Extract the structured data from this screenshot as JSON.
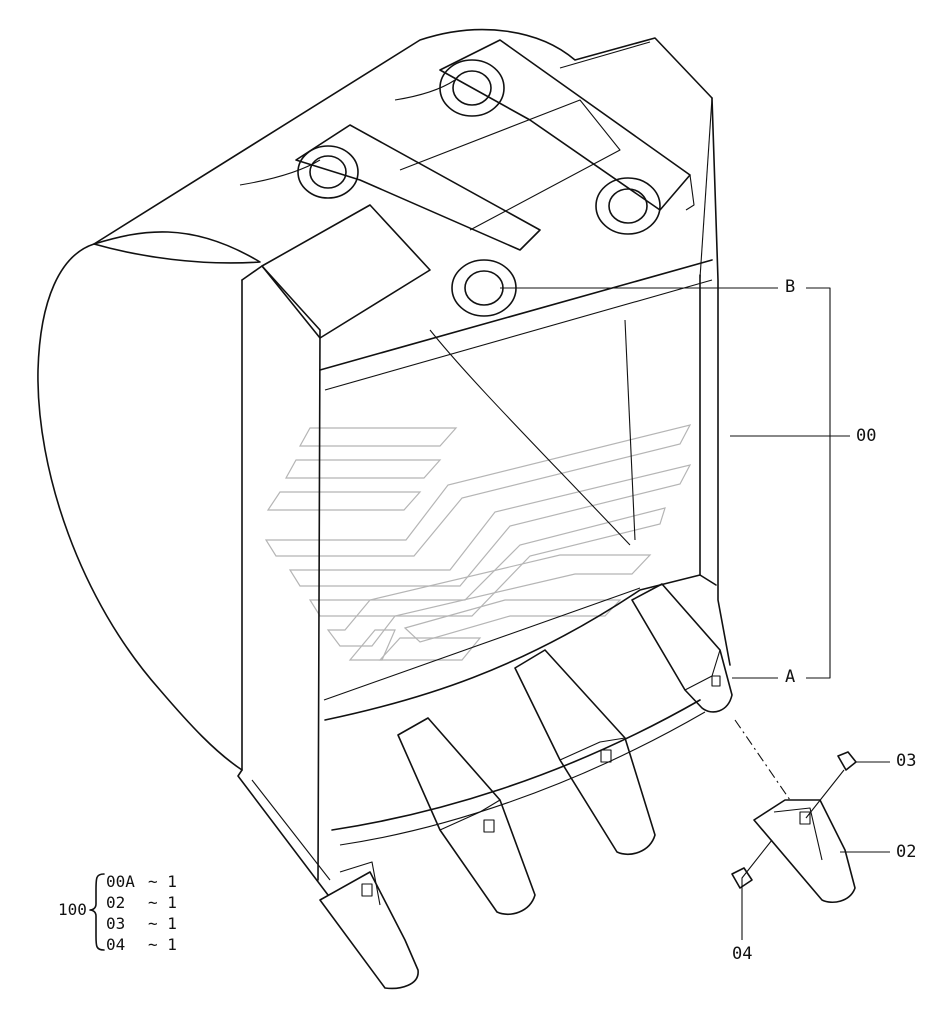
{
  "callouts": {
    "B": "B",
    "A": "A",
    "c00": "00",
    "c02": "02",
    "c03": "03",
    "c04": "04"
  },
  "bom": {
    "assembly": "100",
    "rows": [
      {
        "part": "00A",
        "qty": "~ 1"
      },
      {
        "part": "02",
        "qty": "~ 1"
      },
      {
        "part": "03",
        "qty": "~ 1"
      },
      {
        "part": "04",
        "qty": "~ 1"
      }
    ]
  }
}
